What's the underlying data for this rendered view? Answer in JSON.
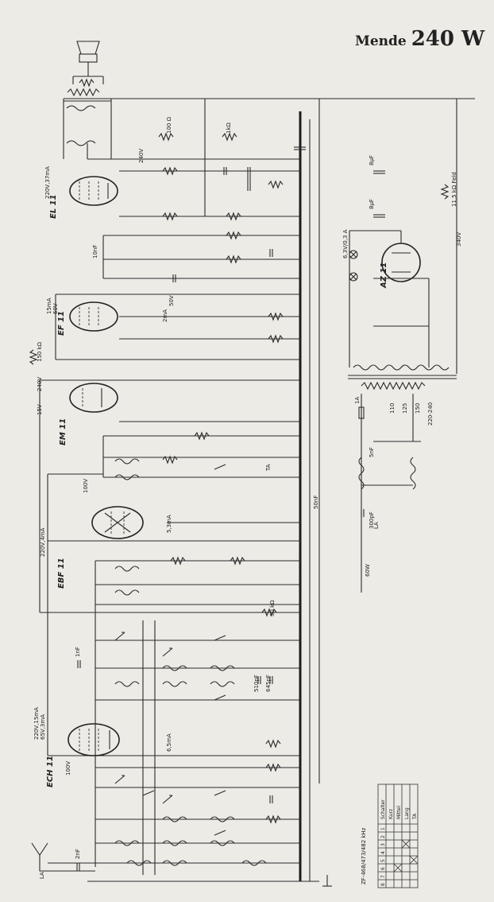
{
  "title": {
    "brand": "Mende",
    "model": "240 W"
  },
  "tubes": [
    {
      "name": "EL11",
      "label": "EL 11"
    },
    {
      "name": "EF11",
      "label": "EF 11"
    },
    {
      "name": "EM11",
      "label": "EM 11"
    },
    {
      "name": "EBF11",
      "label": "EBF 11"
    },
    {
      "name": "ECH11",
      "label": "ECH 11"
    },
    {
      "name": "AZ11",
      "label": "AZ 11"
    }
  ],
  "labels": {
    "el11_current": "220V,37mA",
    "ef11_current": "15mA",
    "ef11_volt": "60V",
    "ebf11_current": "220V,4mA",
    "ech11_current": "220V,15mA",
    "ech11_current2": "65V,3mA",
    "ech11_volt": "100V",
    "ebf11_volt": "100V",
    "em11_volt_a": "240V",
    "em11_volt_b": "15V",
    "b_240v": "240V",
    "b_50v": "50V",
    "b_340v": "340V",
    "fuse_1a": "1A",
    "tap_110": "110",
    "tap_125": "125",
    "tap_150": "150",
    "tap_220": "220-240",
    "power_60w": "60W",
    "la": "LA",
    "ta": "TA",
    "field": "11,5 kΩ Feld",
    "r_150k": "150 kΩ",
    "r_30k": "30 kΩ",
    "c_50nf": "50nF",
    "c_10nf": "10nF",
    "c_8uf": "8μF",
    "c_300pf": "300pF",
    "c_5nf": "5nF",
    "c_2nf": "2nF",
    "c_1nf": "1nF",
    "r_100": "100 Ω",
    "r_1k": "1kΩ",
    "c_510": "510pF",
    "c_645": "645pF",
    "i_2ma": "2mA",
    "i_53ma": "5,3mA",
    "i_65ma": "6,5mA",
    "zf": "ZF-468/473/482 kHz",
    "lamp": "6,3V/0,3 A"
  },
  "switch_table": {
    "header": [
      "Schalter",
      "1",
      "2",
      "3",
      "4",
      "5",
      "6",
      "7",
      "8"
    ],
    "rows": [
      "Kurz",
      "Mittel",
      "Lang",
      "TA"
    ]
  }
}
